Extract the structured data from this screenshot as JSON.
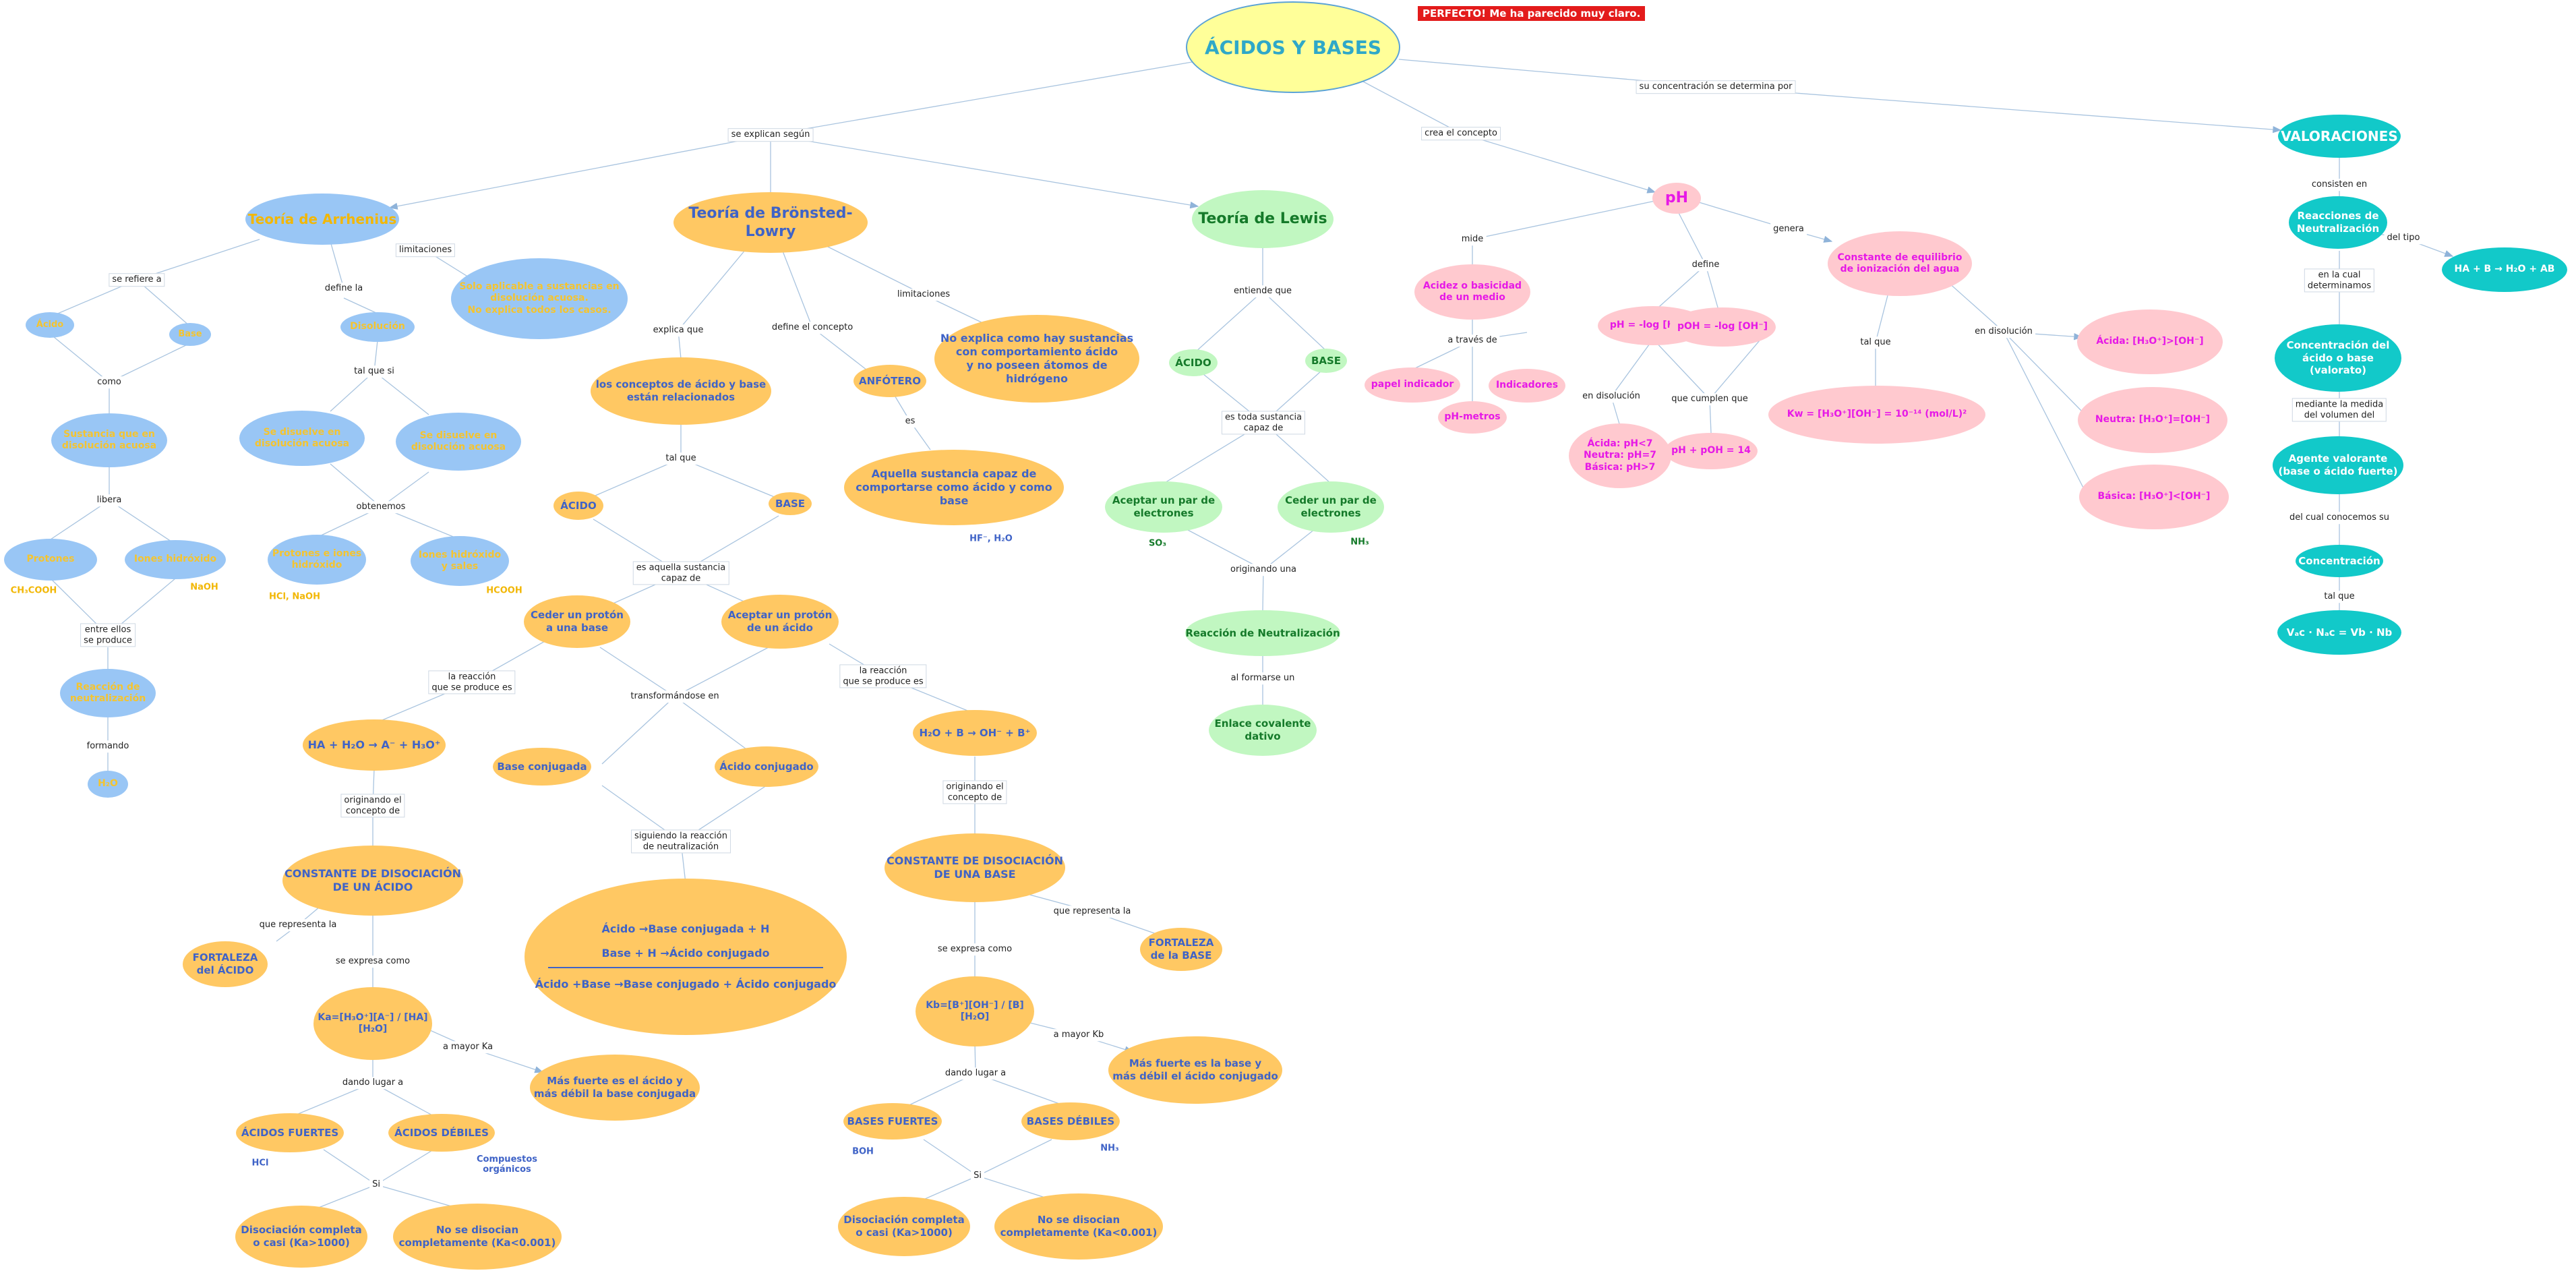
{
  "banner": "PERFECTO! Me ha parecido muy claro.",
  "title": "ÁCIDOS Y BASES",
  "nodes": {
    "arrhenius": "Teoría de Arrhenius",
    "bronsted": "Teoría de Brönsted-Lowry",
    "lewis": "Teoría de Lewis",
    "ph": "pH",
    "valoraciones": "VALORACIONES",
    "arr_lim_text": "Solo aplicable a sustancias en disolución acuosa.\nNo explica todos los casos.",
    "arr_acido": "Ácido",
    "arr_base": "Base",
    "arr_acido_disuelto": "Sustancia que en\ndisolución acuosa",
    "arr_ac_libera": "Protones",
    "arr_base_libera": "Iones hidróxido",
    "arr_neutralizacion": "Reacción de\nneutralización",
    "arr_agua": "H₂O",
    "arr_disolucion": "Disolución",
    "arr_disuelto_a": "Se disuelve en\ndisolución acuosa",
    "arr_disuelto_b": "Se disuelve en\ndisolución acuosa",
    "arr_protones": "Protones e iones\nhidróxido",
    "arr_iones": "Iones hidróxido\ny sales",
    "bl_conceptos": "los conceptos de ácido y base\nestán relacionados",
    "bl_anfotero": "ANFÓTERO",
    "bl_lim_text": "No explica como hay sustancias\ncon comportamiento ácido\ny no poseen átomos de hidrógeno",
    "bl_anfotero_def": "Aquella sustancia capaz de\ncomportarse como ácido y como base",
    "bl_acido": "ÁCIDO",
    "bl_base": "BASE",
    "bl_ceder": "Ceder un protón\na una base",
    "bl_aceptar": "Aceptar un protón\nde un ácido",
    "bl_reaccion_acido": "HA + H₂O → A⁻ + H₃O⁺",
    "bl_base_conj": "Base conjugada",
    "bl_acido_conj": "Ácido conjugado",
    "bl_reaccion_base": "H₂O + B → OH⁻ + B⁺",
    "bl_cte_acido": "CONSTANTE DE DISOCIACIÓN\nDE UN ÁCIDO",
    "bl_neutral_line1": "Ácido →Base conjugada + H",
    "bl_neutral_line2": "Base + H →Ácido conjugado",
    "bl_neutral_line3": "Ácido +Base →Base conjugado + Ácido conjugado",
    "bl_cte_base": "CONSTANTE DE DISOCIACIÓN\nDE UNA BASE",
    "bl_fuerza_acido": "FORTALEZA\ndel ÁCIDO",
    "bl_ka": "Ka=[H₃O⁺][A⁻] / [HA][H₂O]",
    "bl_fuerza_base": "FORTALEZA\nde la BASE",
    "bl_kb": "Kb=[B⁺][OH⁻] / [B][H₂O]",
    "bl_mas_fuerte_acido": "Más fuerte es el ácido y\nmás débil la base conjugada",
    "bl_mas_fuerte_base": "Más fuerte es la base y\nmás débil el ácido conjugado",
    "bl_acidos_fuertes": "ÁCIDOS FUERTES",
    "bl_acidos_debiles": "ÁCIDOS DÉBILES",
    "bl_bases_fuertes": "BASES FUERTES",
    "bl_bases_debiles": "BASES DÉBILES",
    "bl_ac_completa": "Disociación completa\no casi (Ka>1000)",
    "bl_ac_nodisocian": "No se disocian\ncompletamente (Ka<0.001)",
    "bl_ba_completa": "Disociación completa\no casi (Ka>1000)",
    "bl_ba_nodisocian": "No se disocian\ncompletamente (Ka<0.001)",
    "lw_acido": "ÁCIDO",
    "lw_base": "BASE",
    "lw_aceptar": "Aceptar un par de\nelectrones",
    "lw_ceder": "Ceder un par de\nelectrones",
    "lw_neutralizacion": "Reacción de Neutralización",
    "lw_covalente": "Enlace covalente\ndativo",
    "ph_acidez": "Acidez o basicidad\nde un medio",
    "ph_papel": "papel indicador",
    "ph_indicadores": "Indicadores",
    "ph_metros": "pH-metros",
    "ph_formula": "pH = -log [H₃O⁺]",
    "ph_poh": "pOH = -log [OH⁻]",
    "ph_rangos": "Ácida: pH<7\nNeutra: pH=7\nBásica: pH>7",
    "ph_suma": "pH + pOH = 14",
    "ph_cte_agua": "Constante de equilibrio\nde ionización del agua",
    "ph_kw": "Kw = [H₃O⁺][OH⁻] = 10⁻¹⁴ (mol/L)²",
    "ph_acida": "Ácida: [H₃O⁺]>[OH⁻]",
    "ph_neutra": "Neutra: [H₃O⁺]=[OH⁻]",
    "ph_basica": "Básica: [H₃O⁺]<[OH⁻]",
    "val_reacciones": "Reacciones de\nNeutralización",
    "val_tipo": "HA + B → H₂O + AB",
    "val_concentracion_ac": "Concentración del\nácido o base\n(valorato)",
    "val_agente": "Agente valorante\n(base o ácido fuerte)",
    "val_concentracion": "Concentración",
    "val_formula": "Vₐc · Nₐc = Vb · Nb"
  },
  "labels": {
    "se_explican": "se explican según",
    "crea": "crea el concepto",
    "su_concentracion": "su concentración se determina por",
    "se_refiere": "se refiere a",
    "limitaciones_arr": "limitaciones",
    "define_la": "define la",
    "como": "como",
    "tal_que_si": "tal que si",
    "libera": "libera",
    "obtenemos": "obtenemos",
    "entre_ellos": "entre ellos\nse produce",
    "formando": "formando",
    "explica_que": "explica que",
    "define_concepto": "define el concepto",
    "limitaciones_bl": "limitaciones",
    "es": "es",
    "tal_que": "tal que",
    "es_aquella": "es aquella sustancia\ncapaz de",
    "reaccion_acido": "la reacción\nque se produce es",
    "transformandose": "transformándose en",
    "reaccion_base": "la reacción\nque se produce es",
    "originando_ac": "originando el\nconcepto de",
    "siguiendo": "siguiendo la reacción\nde neutralización",
    "originando_ba": "originando el\nconcepto de",
    "representa_ac": "que representa la",
    "expresa_ac": "se expresa como",
    "representa_ba": "que representa la",
    "expresa_ba": "se expresa como",
    "mayor_ka": "a mayor Ka",
    "dando_ac": "dando lugar a",
    "mayor_kb": "a mayor Kb",
    "dando_ba": "dando lugar a",
    "si_ac": "Si",
    "si_ba": "Si",
    "entiende": "entiende que",
    "toda_sustancia": "es toda sustancia\ncapaz de",
    "originando_una": "originando una",
    "al_formarse": "al formarse un",
    "mide": "mide",
    "a_traves": "a través de",
    "define_ph": "define",
    "genera": "genera",
    "en_disolucion_ph": "en disolución",
    "cumplen": "que cumplen que",
    "tal_que_ph": "tal que",
    "en_disolucion_kw": "en disolución",
    "consisten": "consisten en",
    "del_tipo": "del tipo",
    "en_la_cual": "en la cual\ndeterminamos",
    "mediante": "mediante la medida\ndel volumen del",
    "del_cual": "del cual conocemos su",
    "tal_que_val": "tal que"
  },
  "notes": {
    "ch3cooh": "CH₃COOH",
    "naoh": "NaOH",
    "hcl_naoh": "HCl, NaOH",
    "hcooh": "HCOOH",
    "hf_h2o": "HF⁻, H₂O",
    "so3": "SO₃",
    "nh3_lewis": "NH₃",
    "hcl": "HCl",
    "compuestos": "Compuestos\norgánicos",
    "boh": "BOH",
    "nh3_base": "NH₃"
  },
  "colors": {
    "arrhenius": "#99c6f5",
    "bronsted": "#ffc863",
    "lewis": "#c1f7c1",
    "ph": "#ffc9cf",
    "valoraciones": "#12c9c9",
    "title_fill": "#ffff99",
    "title_text": "#2fa8c8"
  }
}
